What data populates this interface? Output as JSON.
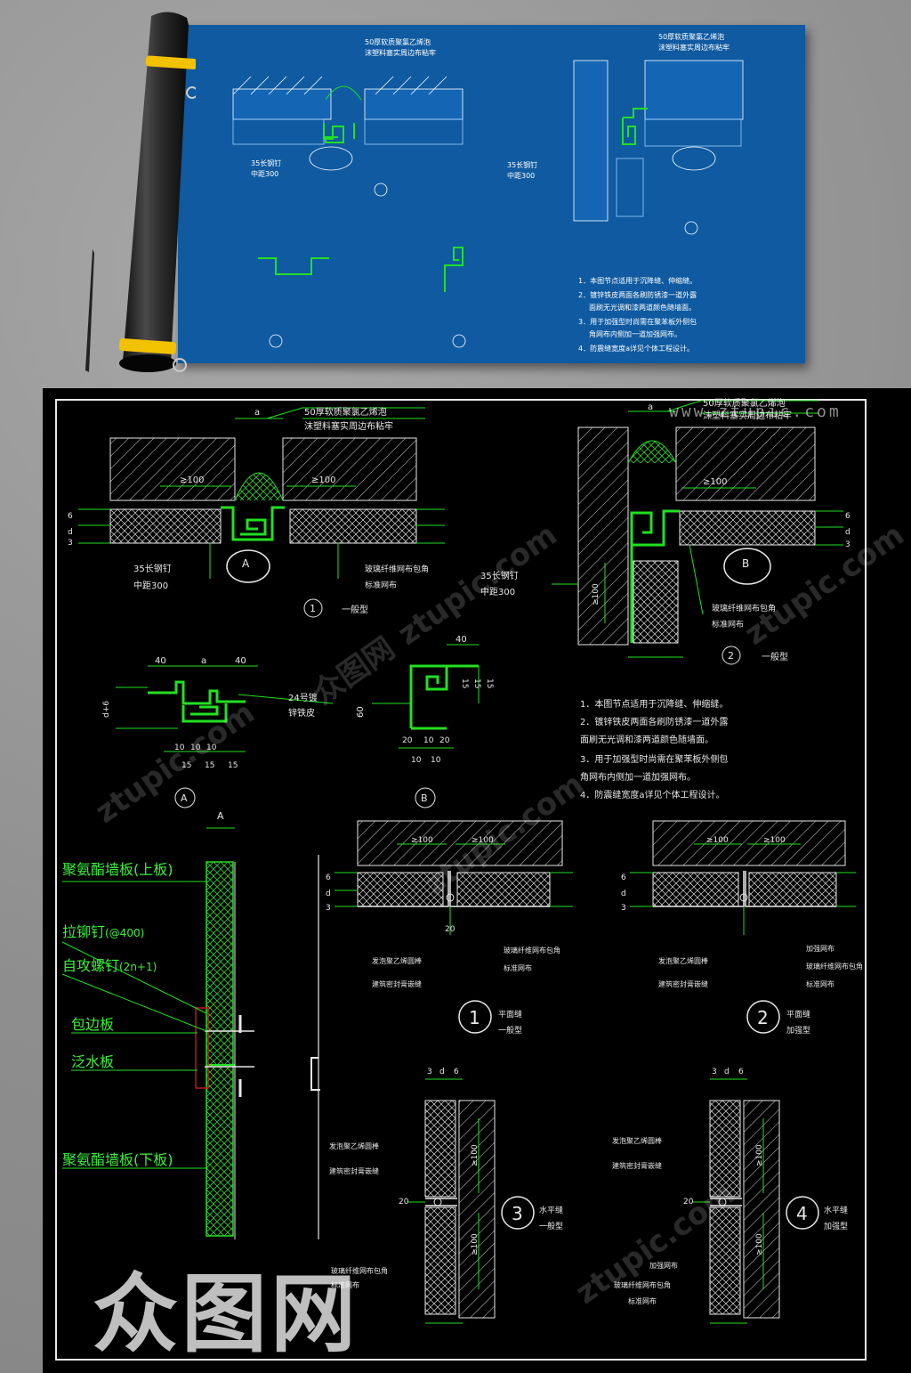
{
  "colors": {
    "blueprint_bg": "#0f5aa0",
    "sheet_bg": "#000000",
    "line_white": "#e8e8e8",
    "line_green": "#22e022",
    "text_green": "#3cf03c"
  },
  "icons": {
    "roll": "rolled-drawing-tube-icon",
    "pen": "pen-icon"
  },
  "watermark": {
    "site": "www.ztupic.com",
    "repeat": "ztupic.com",
    "repeat_cn": "众图网",
    "logo": "众图网"
  },
  "detail1": {
    "note_top1": "50厚软质聚氯乙烯泡",
    "note_top2": "沫塑料塞实周边布粘牢",
    "gap_label": "a",
    "left_dim": "≥100",
    "right_dim": "≥100",
    "dim_6": "6",
    "dim_d": "d",
    "dim_3": "3",
    "nail1": "35长钢钉",
    "nail2": "中距300",
    "mesh1": "玻璃纤维网布包角",
    "mesh2": "标准网布",
    "callout": "A",
    "number": "1",
    "type": "一般型"
  },
  "detail2": {
    "note_top1": "50厚软质聚氯乙烯泡",
    "note_top2": "沫塑料塞实周边布粘牢",
    "gap_label": "a",
    "top_dim": "≥100",
    "side_dim": "≥100",
    "dim_6": "6",
    "dim_d": "d",
    "dim_3": "3",
    "nail1": "35长钢钉",
    "nail2": "中距300",
    "mesh1": "玻璃纤维网布包角",
    "mesh2": "标准网布",
    "callout": "B",
    "number": "2",
    "type": "一般型"
  },
  "detailA": {
    "dim_40a": "40",
    "dim_a": "a",
    "dim_40b": "40",
    "dim_d6": "d+6",
    "metal1": "24号镀",
    "metal2": "锌铁皮",
    "d10a": "10",
    "d10b": "10",
    "d10c": "10",
    "d15a": "15",
    "d15b": "15",
    "d15c": "15",
    "label": "A"
  },
  "detailB": {
    "dim_40": "40",
    "dim_60": "60",
    "d15a": "15",
    "d15b": "15",
    "d15c": "15",
    "d20a": "20",
    "d20b": "20",
    "d10a": "10",
    "d10b": "10",
    "d10c": "10",
    "label": "B"
  },
  "notes": [
    "1．本图节点适用于沉降缝、伸缩缝。",
    "2．镀锌铁皮两面各刷防锈漆一道外露",
    "   面刷无光调和漆两道颜色随墙面。",
    "3．用于加强型时尚需在聚苯板外侧包",
    "   角网布内侧加一道加强网布。",
    "4．防震缝宽度a详见个体工程设计。"
  ],
  "wall_panel": {
    "dim_A": "A",
    "upper": "聚氨酯墙板(上板)",
    "rivet": "拉铆钉",
    "rivet_spacing": "(@400)",
    "screw": "自攻螺钉",
    "screw_count": "(2n+1)",
    "edge": "包边板",
    "flashing": "泛水板",
    "lower": "聚氨酯墙板(下板)"
  },
  "joint_h1": {
    "dim1": "≥100",
    "dim2": "≥100",
    "d6": "6",
    "dd": "d",
    "d3": "3",
    "d20": "20",
    "leader1": "发泡聚乙烯圆棒",
    "leader2": "建筑密封膏嵌缝",
    "leader3": "玻璃纤维网布包角",
    "leader4": "标准网布",
    "number": "1",
    "type1": "平面缝",
    "type2": "一般型"
  },
  "joint_h2": {
    "dim1": "≥100",
    "dim2": "≥100",
    "d6": "6",
    "dd": "d",
    "d3": "3",
    "leader1": "发泡聚乙烯圆棒",
    "leader2": "建筑密封膏嵌缝",
    "leader3": "加强网布",
    "leader4": "玻璃纤维网布包角",
    "leader5": "标准网布",
    "number": "2",
    "type1": "平面缝",
    "type2": "加强型"
  },
  "joint_v3": {
    "d3": "3",
    "dd": "d",
    "d6": "6",
    "dim1": "≥100",
    "dim2": "≥100",
    "d20": "20",
    "leader1": "发泡聚乙烯圆棒",
    "leader2": "建筑密封膏嵌缝",
    "leader3": "玻璃纤维网布包角",
    "leader4": "标准网布",
    "number": "3",
    "type1": "水平缝",
    "type2": "一般型"
  },
  "joint_v4": {
    "d3": "3",
    "dd": "d",
    "d6": "6",
    "dim1": "≥100",
    "dim2": "≥100",
    "d20": "20",
    "leader1": "发泡聚乙烯圆棒",
    "leader2": "建筑密封膏嵌缝",
    "leader3": "加强网布",
    "leader4": "玻璃纤维网布包角",
    "leader5": "标准网布",
    "number": "4",
    "type1": "水平缝",
    "type2": "加强型"
  }
}
